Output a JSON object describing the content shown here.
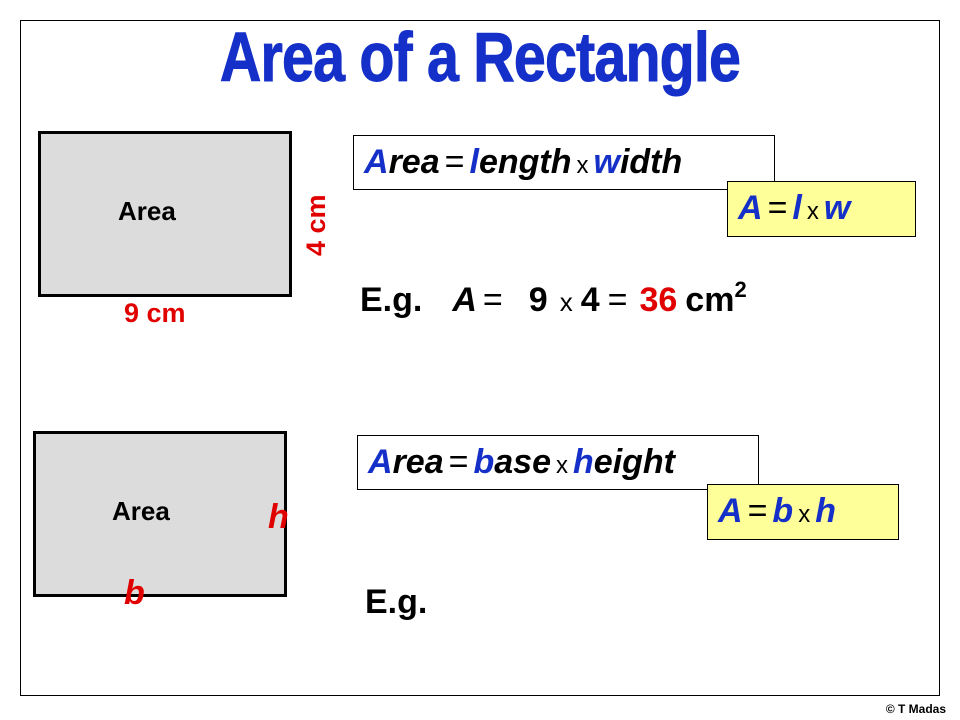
{
  "title": "Area of a Rectangle",
  "example1": {
    "rect_label": "Area",
    "width_label": "9 cm",
    "height_label": "4 cm",
    "formula_long": {
      "first_letter": "A",
      "word1_rest": "rea",
      "equals": "=",
      "word2_first": "l",
      "word2_rest": "ength",
      "times": "x",
      "word3_first": "w",
      "word3_rest": "idth"
    },
    "formula_short": {
      "lhs": "A",
      "equals": "=",
      "v1": "l",
      "times": "x",
      "v2": "w"
    },
    "worked": {
      "prefix": "E.g.",
      "lhs": "A",
      "equals1": "=",
      "n1": "9",
      "times": "x",
      "n2": "4",
      "equals2": "=",
      "result": "36",
      "unit": "cm",
      "unit_power": "2"
    }
  },
  "example2": {
    "rect_label": "Area",
    "base_label": "b",
    "height_label": "h",
    "formula_long": {
      "first_letter": "A",
      "word1_rest": "rea",
      "equals": "=",
      "word2_first": "b",
      "word2_rest": "ase",
      "times": "x",
      "word3_first": "h",
      "word3_rest": "eight"
    },
    "formula_short": {
      "lhs": "A",
      "equals": "=",
      "v1": "b",
      "times": "x",
      "v2": "h"
    },
    "worked": {
      "prefix": "E.g."
    }
  },
  "copyright": "© T Madas"
}
